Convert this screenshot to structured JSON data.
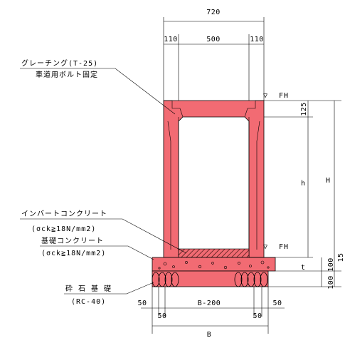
{
  "colors": {
    "concrete": "#f26b73",
    "ink": "#000000",
    "hatch": "#3a1010"
  },
  "dimensions": {
    "top_total": "720",
    "wall_left": "110",
    "opening": "500",
    "wall_right": "110",
    "frame_height": "125",
    "inner_height": "h",
    "total_height": "H",
    "base_thickness": "t",
    "base_concrete": "100",
    "base_step": "15",
    "gravel": "100",
    "bottom_left_outer": "50",
    "bottom_left_inner": "50",
    "bottom_middle": "B-200",
    "bottom_right_inner": "50",
    "bottom_right_outer": "50",
    "bottom_total": "B"
  },
  "levels": {
    "top": "FH",
    "invert": "FH"
  },
  "callouts": {
    "grating_line1": "グレーチング(T-25)",
    "grating_line2": "車道用ボルト固定",
    "invert_line1": "インバートコンクリート",
    "invert_line2": "(σck≧18N/mm2)",
    "base_line1": "基礎コンクリート",
    "base_line2": "(σck≧18N/mm2)",
    "gravel_line1": "砕 石 基 礎",
    "gravel_line2": "(RC-40)"
  }
}
